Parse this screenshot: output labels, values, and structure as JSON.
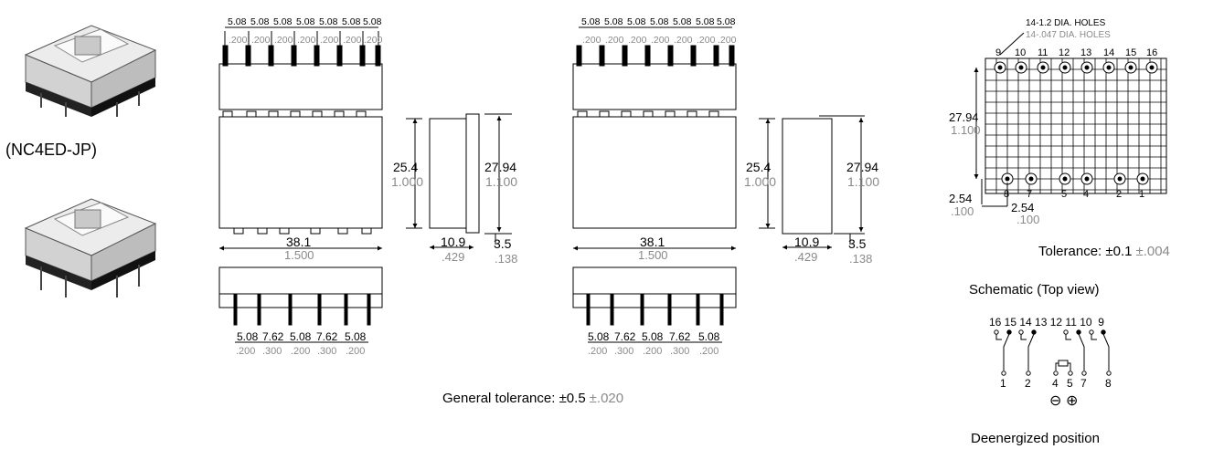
{
  "photo_label": "(NC4ED-JP)",
  "pitch": {
    "mm": "5.08",
    "in": ".200"
  },
  "front_view": {
    "height_mm": "25.4",
    "height_in": "1.000",
    "width_mm": "38.1",
    "width_in": "1.500"
  },
  "side_view": {
    "height_mm": "27.94",
    "height_in": "1.100",
    "depth_mm": "10.9",
    "depth_in": ".429",
    "pin_mm": "3.5",
    "pin_in": ".138"
  },
  "bottom_pitch": [
    {
      "mm": "5.08",
      "in": ".200"
    },
    {
      "mm": "7.62",
      "in": ".300"
    },
    {
      "mm": "5.08",
      "in": ".200"
    },
    {
      "mm": "7.62",
      "in": ".300"
    },
    {
      "mm": "5.08",
      "in": ".200"
    }
  ],
  "general_tolerance": {
    "label": "General tolerance: ",
    "mm": "±0.5",
    "in": "±.020"
  },
  "pcb": {
    "holes_mm": "14-1.2 DIA. HOLES",
    "holes_in": "14-.047 DIA. HOLES",
    "top_pins": [
      "9",
      "10",
      "11",
      "12",
      "13",
      "14",
      "15",
      "16"
    ],
    "bottom_pins": [
      "8",
      "7",
      "5",
      "4",
      "2",
      "1"
    ],
    "height_mm": "27.94",
    "height_in": "1.100",
    "pitch_mm": "2.54",
    "pitch_in": ".100"
  },
  "pcb_tolerance": {
    "label": "Tolerance: ",
    "mm": "±0.1",
    "in": "±.004"
  },
  "schematic": {
    "title": "Schematic (Top view)",
    "top_numbers": "16 15 14 13 12 11 10  9",
    "bottom_pins": [
      "1",
      "2",
      "4",
      "5",
      "7",
      "8"
    ],
    "minus": "⊖",
    "plus": "⊕",
    "caption": "Deenergized position"
  }
}
